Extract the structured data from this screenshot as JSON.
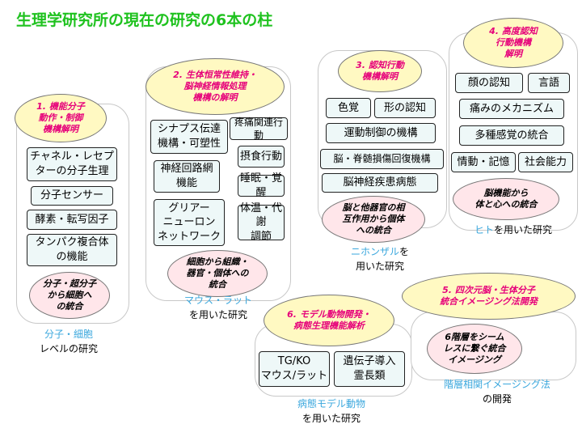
{
  "title": "生理学研究所の現在の研究の6本の柱",
  "pillar1": {
    "heading": "1. 機能分子\n動作・制御\n機構解明",
    "items": [
      "チャネル・レセプ\nターの分子生理",
      "分子センサー",
      "酵素・転写因子",
      "タンパク複合体\nの機能"
    ],
    "integration": "分子・超分子\nから細胞へ\nの統合",
    "caption_blue": "分子・細胞",
    "caption_black": "レベルの研究"
  },
  "pillar2": {
    "heading": "2. 生体恒常性維持・\n脳神経情報処理\n機構の解明",
    "items_left": [
      "シナプス伝達\n機構・可塑性",
      "神経回路網\n機能",
      "グリアー\nニューロン\nネットワーク"
    ],
    "items_right": [
      "疼痛関連行動",
      "摂食行動",
      "睡眠・覚醒",
      "体温・代謝\n調節"
    ],
    "integration": "細胞から組織・\n器官・個体への\n統合",
    "caption_blue": "マウス・ラット",
    "caption_black": "を用いた研究"
  },
  "pillar3": {
    "heading": "3. 認知行動\n機構解明",
    "items": [
      "色覚",
      "形の認知",
      "運動制御の機構",
      "脳・脊髄損傷回復機構",
      "脳神経疾患病態"
    ],
    "integration": "脳と他器官の相\n互作用から個体\nへの統合",
    "caption_blue": "ニホンザル",
    "caption_black1": "を",
    "caption_black2": "用いた研究"
  },
  "pillar4": {
    "heading": "4. 高度認知\n行動機構\n解明",
    "items": [
      "顔の認知",
      "言語",
      "痛みのメカニズム",
      "多種感覚の統合",
      "情動・記憶",
      "社会能力"
    ],
    "integration": "脳機能から\n体と心への統合",
    "caption_blue": "ヒト",
    "caption_black": "を用いた研究"
  },
  "pillar5": {
    "heading": "5. 四次元脳・生体分子\n統合イメージング法開発",
    "integration": "6階層をシーム\nレスに繋ぐ統合\nイメージング",
    "caption_blue": "階層相関イメージング法",
    "caption_black": "の開発"
  },
  "pillar6": {
    "heading": "6. モデル動物開発・\n病態生理機能解析",
    "items": [
      "TG/KO\nマウス/ラット",
      "遺伝子導入\n霊長類"
    ],
    "caption_blue": "病態モデル動物",
    "caption_black": "を用いた研究"
  }
}
